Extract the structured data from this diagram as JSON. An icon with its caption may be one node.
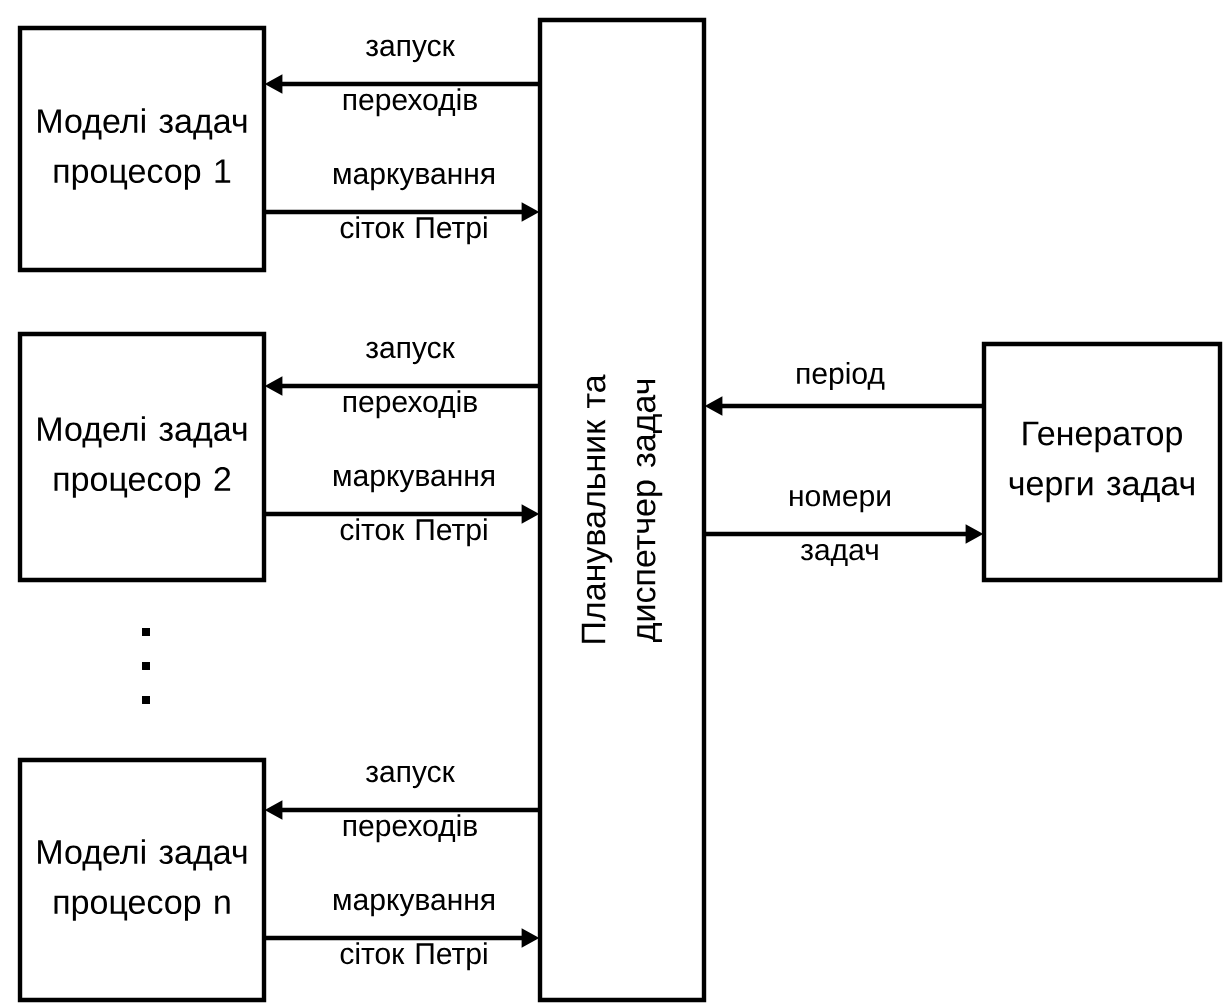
{
  "diagram": {
    "nodes": [
      {
        "text": [
          "Моделі задач процесор 1"
        ]
      },
      {
        "text": [
          "Моделі задач процесор 2"
        ]
      },
      {
        "text": [
          "Моделі задач процесор n"
        ]
      },
      {
        "text": [
          "Планувальник та диспетчер задач"
        ]
      },
      {
        "text": [
          "Генератор черги задач"
        ]
      }
    ],
    "edges": [
      {
        "from": 3,
        "to": 0,
        "arrow": "to",
        "label": "запуск переходів"
      },
      {
        "from": 0,
        "to": 3,
        "arrow": "to",
        "label": "маркування сіток Петрі"
      },
      {
        "from": 3,
        "to": 1,
        "arrow": "to",
        "label": "запуск переходів"
      },
      {
        "from": 1,
        "to": 3,
        "arrow": "to",
        "label": "маркування сіток Петрі"
      },
      {
        "from": 3,
        "to": 2,
        "arrow": "to",
        "label": "запуск переходів"
      },
      {
        "from": 2,
        "to": 3,
        "arrow": "to",
        "label": "маркування сіток Петрі"
      },
      {
        "from": 4,
        "to": 3,
        "arrow": "to",
        "label": "період"
      },
      {
        "from": 3,
        "to": 4,
        "arrow": "to",
        "label": "номери задач"
      }
    ]
  }
}
